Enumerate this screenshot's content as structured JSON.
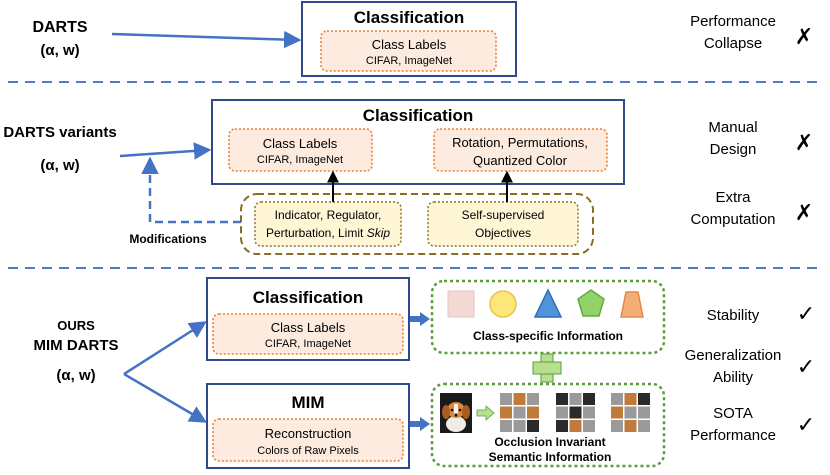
{
  "colors": {
    "frame_blue": "#2f4a8c",
    "arrow_blue": "#4472c4",
    "dash_blue": "#4a7cc9",
    "orange_dot": "#ee7f31",
    "orange_fill": "#fdebe0",
    "olive_dash": "#8a6d1e",
    "yellow_fill": "#fff6d6",
    "green_dash": "#5a9e3c",
    "green_check": "#4a9a3a",
    "red_cross": "#cc1f1f",
    "modifications_text": "#33578f"
  },
  "section1": {
    "label_line1": "DARTS",
    "label_line2": "(α,  w)",
    "box_title": "Classification",
    "inner_title": "Class Labels",
    "inner_sub": "CIFAR, ImageNet",
    "result_line1": "Performance",
    "result_line2": "Collapse",
    "result_mark": "✗"
  },
  "section2": {
    "label_line1": "DARTS variants",
    "label_line2": "(α,  w)",
    "box_title": "Classification",
    "inner_left_title": "Class Labels",
    "inner_left_sub": "CIFAR, ImageNet",
    "inner_right_line1": "Rotation, Permutations,",
    "inner_right_line2": "Quantized Color",
    "mod_left_line1": "Indicator, Regulator,",
    "mod_left_line2_a": "Perturbation, Limit ",
    "mod_left_line2_b": "Skip",
    "mod_right_line1": "Self-supervised",
    "mod_right_line2": "Objectives",
    "modifications": "Modifications",
    "result1_line1": "Manual",
    "result1_line2": "Design",
    "result1_mark": "✗",
    "result2_line1": "Extra",
    "result2_line2": "Computation",
    "result2_mark": "✗"
  },
  "section3": {
    "label_line1": "OURS",
    "label_line2": "MIM DARTS",
    "label_line3": "(α,  w)",
    "cls_title": "Classification",
    "cls_inner_title": "Class Labels",
    "cls_inner_sub": "CIFAR, ImageNet",
    "mim_title": "MIM",
    "mim_inner_title": "Reconstruction",
    "mim_inner_sub": "Colors of Raw Pixels",
    "class_info": "Class-specific Information",
    "sem_line1": "Occlusion Invariant",
    "sem_line2": "Semantic Information",
    "plus": "+",
    "result1": "Stability",
    "result1_mark": "✓",
    "result2_line1": "Generalization",
    "result2_line2": "Ability",
    "result2_mark": "✓",
    "result3_line1": "SOTA",
    "result3_line2": "Performance",
    "result3_mark": "✓"
  },
  "shapes": [
    {
      "name": "square",
      "fill": "#f2d9d4",
      "stroke": "#e7c3bd"
    },
    {
      "name": "circle",
      "fill": "#fde67a",
      "stroke": "#e8c34a"
    },
    {
      "name": "triangle",
      "fill": "#4f93d9",
      "stroke": "#2f6fb8"
    },
    {
      "name": "pentagon",
      "fill": "#92d26a",
      "stroke": "#63a844"
    },
    {
      "name": "trapezoid",
      "fill": "#f4ad73",
      "stroke": "#e08a4a"
    }
  ]
}
